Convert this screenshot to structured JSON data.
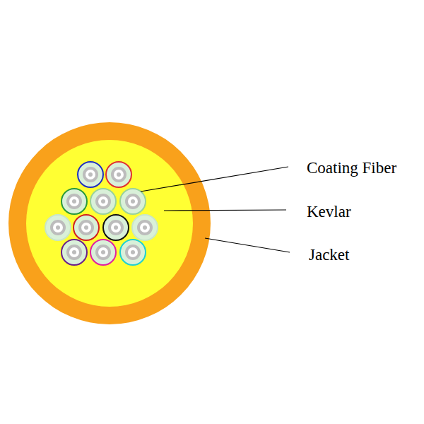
{
  "diagram": {
    "labels": [
      "Coating Fiber",
      "Kevlar",
      "Jacket"
    ]
  }
}
